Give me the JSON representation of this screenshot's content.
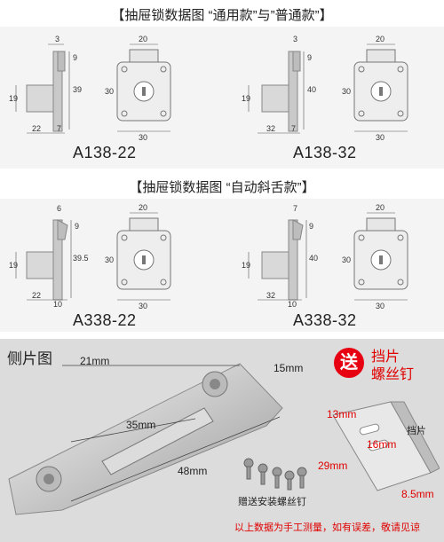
{
  "section1": {
    "title": "【抽屉锁数据图  “通用款”与”普通款”】",
    "left": {
      "model": "A138-22",
      "dims": {
        "top": "3",
        "h1": "9",
        "h2": "39",
        "side": "19",
        "b1": "22",
        "b2": "7",
        "face_w": "20",
        "face_h": "30",
        "face_b": "30"
      }
    },
    "right": {
      "model": "A138-32",
      "dims": {
        "top": "3",
        "h1": "9",
        "h2": "40",
        "side": "19",
        "b1": "32",
        "b2": "7",
        "face_w": "20",
        "face_h": "30",
        "face_b": "30"
      }
    }
  },
  "section2": {
    "title": "【抽屉锁数据图  “自动斜舌款”】",
    "left": {
      "model": "A338-22",
      "dims": {
        "top": "6",
        "h1": "9",
        "h2": "39.5",
        "side": "19",
        "b1": "22",
        "b2": "10",
        "face_w": "20",
        "face_h": "30",
        "face_b": "30"
      }
    },
    "right": {
      "model": "A338-32",
      "dims": {
        "top": "7",
        "h1": "9",
        "h2": "40",
        "side": "19",
        "b1": "32",
        "b2": "10",
        "face_w": "20",
        "face_h": "30",
        "face_b": "30"
      }
    }
  },
  "section3": {
    "title": "侧片图",
    "dims": {
      "len": "21mm",
      "height": "15mm",
      "slot": "35mm",
      "total": "48mm"
    },
    "gift_badge": "送",
    "gift_text_1": "挡片",
    "gift_text_2": "螺丝钉",
    "plate_dims": {
      "a": "13mm",
      "b": "16mm",
      "c": "29mm",
      "d": "8.5mm"
    },
    "plate_label": "挡片",
    "screws_label": "赠送安装螺丝钉",
    "disclaimer": "以上数据为手工测量，如有误差，敬请见谅"
  }
}
